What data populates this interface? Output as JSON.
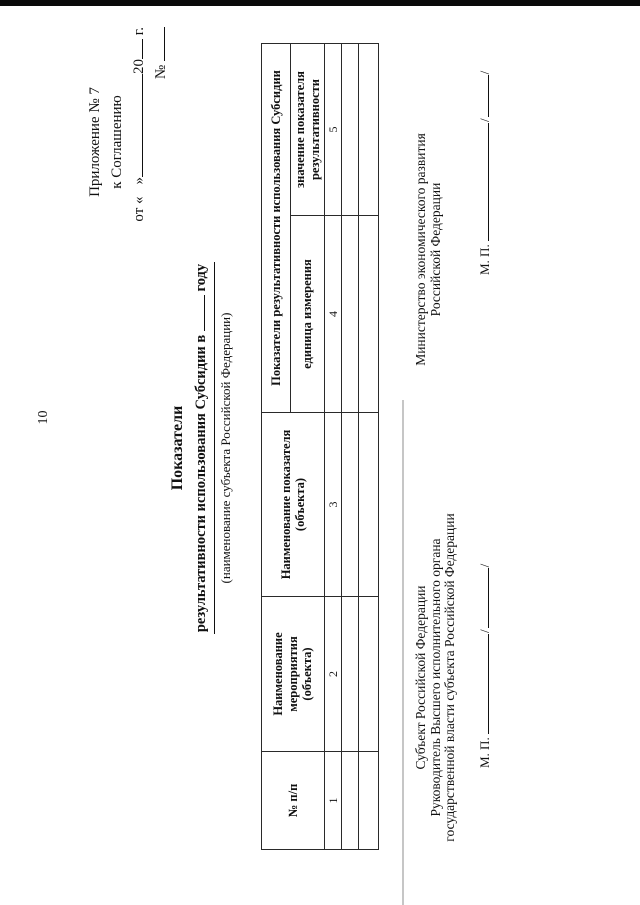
{
  "page": {
    "number": "10"
  },
  "appendix": {
    "line1": "Приложение № 7",
    "line2": "к Соглашению",
    "from_prefix": "от «",
    "quote_close": "»",
    "year": "20",
    "year_suffix": "г.",
    "number_sign": "№"
  },
  "title": {
    "line1": "Показатели",
    "line2_part1": "результативности использования Субсидии в",
    "line2_part2": "году",
    "caption": "(наименование субъекта Российской Федерации)"
  },
  "table": {
    "headers": {
      "col1": "№ п/п",
      "col2": "Наименование мероприятия (объекта)",
      "col3": "Наименование показателя (объекта)",
      "col45": "Показатели результативности использования Субсидии",
      "col4": "единица измерения",
      "col5": "значение показателя результативности"
    },
    "numbers_row": [
      "1",
      "2",
      "3",
      "4",
      "5"
    ]
  },
  "signatures": {
    "left": {
      "line1": "Субъект Российской Федерации",
      "line2": "Руководитель Высшего исполнительного органа",
      "line3": "государственной власти субъекта Российской Федерации",
      "seal": "М. П."
    },
    "right": {
      "line1": "Министерство экономического развития",
      "line2": "Российской Федерации",
      "seal": "М. П."
    },
    "slash": "/"
  }
}
